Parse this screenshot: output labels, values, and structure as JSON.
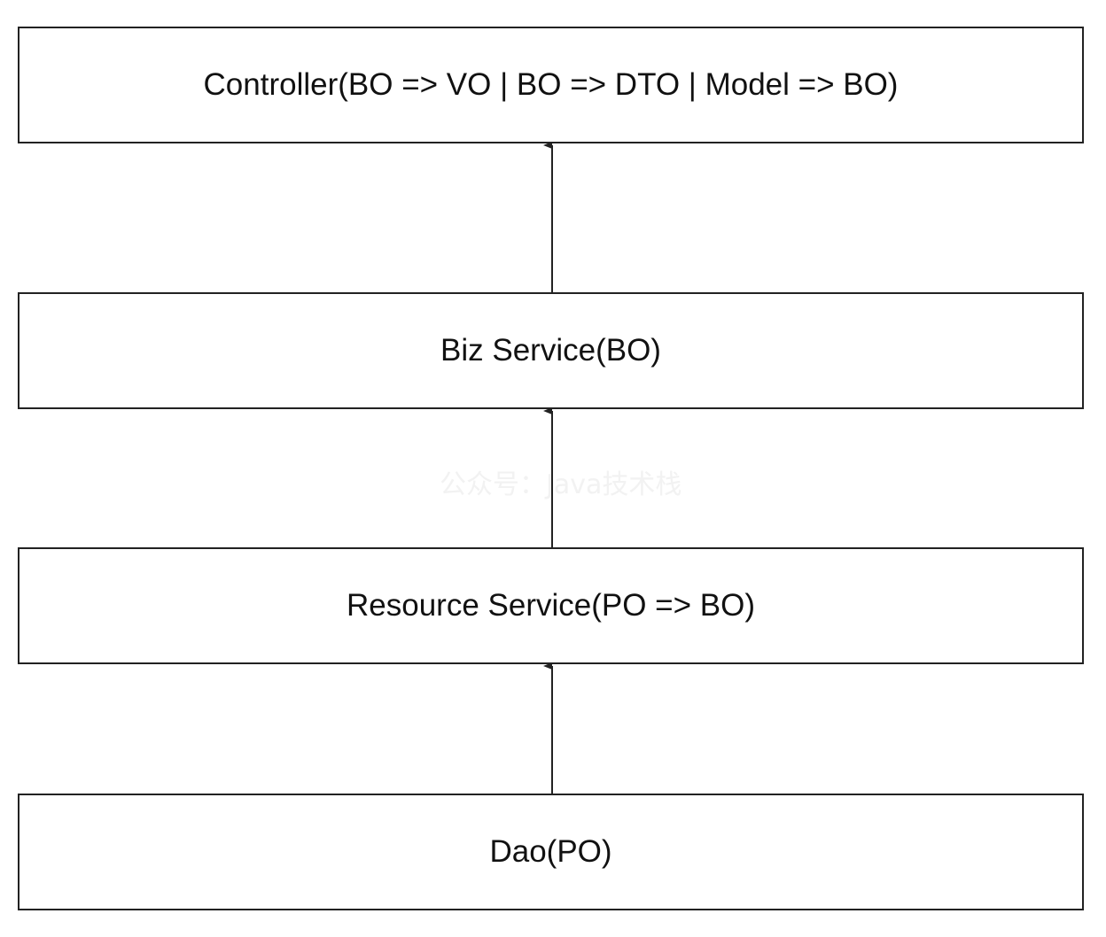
{
  "diagram": {
    "layers": [
      {
        "id": "controller",
        "label": "Controller(BO => VO | BO => DTO | Model => BO)"
      },
      {
        "id": "biz-service",
        "label": "Biz Service(BO)"
      },
      {
        "id": "resource-service",
        "label": "Resource Service(PO => BO)"
      },
      {
        "id": "dao",
        "label": "Dao(PO)"
      }
    ],
    "edges": [
      {
        "from": "biz-service",
        "to": "controller"
      },
      {
        "from": "resource-service",
        "to": "biz-service"
      },
      {
        "from": "dao",
        "to": "resource-service"
      }
    ],
    "watermark": "公众号：Java技术栈",
    "colors": {
      "stroke": "#222222",
      "text": "#111111",
      "background": "#ffffff",
      "watermark": "#f2f2f2"
    }
  }
}
